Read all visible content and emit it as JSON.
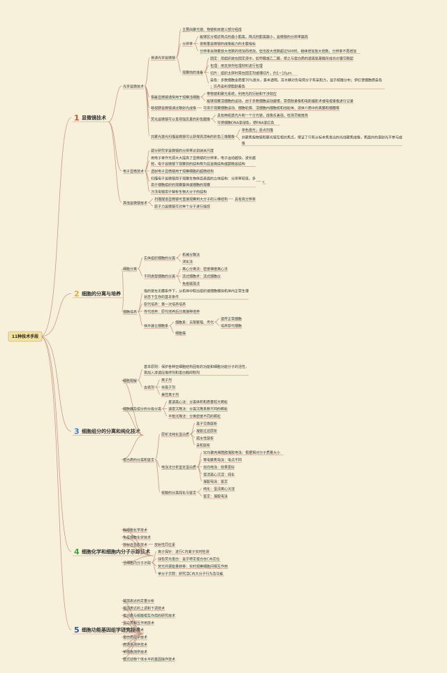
{
  "root": {
    "label": "11种技术手段"
  },
  "sections": [
    {
      "num": "1",
      "title": "显微镜技术",
      "color": "#e8442a",
      "groups": [
        {
          "label": "光学显微技术",
          "children": [
            {
              "label": "普通光学显微镜",
              "children": [
                {
                  "label": "主要由聚光镜、物镜和目镜三部分组成"
                },
                {
                  "label": "分辨率",
                  "children": [
                    {
                      "label": "能够区分相近两点的最小距离，两点的距离越小，显微镜的分辨率越高"
                    },
                    {
                      "label": "是衡量显微镜的成像能力的主要指标"
                    },
                    {
                      "label": "分辨率会随着放大倍数的增加而增加，但当放大倍数超过500时，继续增加放大倍数，分辨率不再增加"
                    }
                  ]
                },
                {
                  "label": "观察前的准备",
                  "children": [
                    {
                      "label": "固定：用组织放在固定液中，如甲醛或乙二醛，使之与蛋白质的游离氨基酸形成共价键交联起"
                    },
                    {
                      "label": "包埋：用支持剂包埋材料进行包埋"
                    },
                    {
                      "label": "切片：组织太厚时需在固定剂或埋切片，约1~10μm"
                    },
                    {
                      "label": "染色：多数细胞含质量70%是水，基本透明。苏木精对负电荷分子有亲和力，显示核酸分布；伊红使细胞质染色；历丹染料使脂肪着色"
                    }
                  ]
                }
              ]
            },
            {
              "label": "相差显微镜通常用于观察活细胞",
              "children": [
                {
                  "label": "带物镜和聚光系统，利用光的衍射和干涉效应"
                },
                {
                  "label": "能够观察活细胞的运动，由于多数细胞运动缓慢，常借助录像和电影摄影术或电视录像进行记录"
                }
              ]
            },
            {
              "label": "暗视野显微镜通过散射光成像",
              "children": [
                {
                  "label": "可用于观察细胞运动、细胞轮廓、活细胞内细胞核和线粒体、液体介质中的真菌和细菌等"
                }
              ]
            },
            {
              "label": "荧光显微镜可以呈现强反差的彩色图像",
              "children": [
                {
                  "label": "具有两组激光片和一个分光镜，成像反差强，检测灵敏度高"
                },
                {
                  "label": "可使细胞DNA呈绿色，使RNA呈红色"
                }
              ]
            },
            {
              "label": "共聚光激光扫描显微镜可以获得高清晰的彩色三维图像",
              "children": [
                {
                  "label": "单色激光；逐点扫描"
                },
                {
                  "label": "共聚焦指物镜和聚光镜互相共焦点，保证了只有从标本焦发出的光线聚焦成像，焦面外的漫射光不参与成像"
                }
              ]
            }
          ]
        },
        {
          "label": "电子显微技术",
          "children": [
            {
              "label": "部分研究学显微镜的分辨率达到纳米尺度"
            },
            {
              "label": "用电子束作光源大大提高了显微镜的分辨率，电子运动越快，波长越短，电子显微镜下观察到的结构称为亚显微结构或超微显结构"
            },
            {
              "label": "透射电子显微镜用于观察细胞的超微结构"
            },
            {
              "label": "扫描电子显微镜用于观察生物样品表面的立体结构：分辨率较低，多用于细胞组织的观察整体或细胞的观察",
              "children": [
                {
                  "label": "c"
                }
              ]
            },
            {
              "label": "冷冻电镜用于解析生物大分子的结构"
            }
          ]
        },
        {
          "label": "其他显微镜技术",
          "children": [
            {
              "label": "扫描隧道显微镜可直接观察到大分子的三维结构",
              "children": [
                {
                  "label": "具有高分辨率"
                }
              ]
            },
            {
              "label": "原子力显微镜可对单个分子进行操控"
            }
          ]
        }
      ]
    },
    {
      "num": "2",
      "title": "细胞的分离与培养",
      "color": "#f0a820",
      "groups": [
        {
          "label": "细胞分离",
          "children": [
            {
              "label": "实体组织细胞的分离",
              "children": [
                {
                  "label": "机械分散法"
                },
                {
                  "label": "消化法"
                }
              ]
            },
            {
              "label": "不同类型细胞的分离",
              "children": [
                {
                  "label": "离心分离法：密度梯度离心法"
                },
                {
                  "label": "流式细胞术：流式细胞仪"
                },
                {
                  "label": "免疫磁珠法"
                }
              ]
            }
          ]
        },
        {
          "label": "细胞培养",
          "children": [
            {
              "label": "指的是在无菌条件下，从机体中取出组织或细胞模拟机体内正常生理状态下生存的基本条件"
            },
            {
              "label": "原代培养：第一次培养培养"
            },
            {
              "label": "传代培养：原代培养后分离接种培养"
            },
            {
              "label": "体外建立细胞系",
              "children": [
                {
                  "label": "细胞系：无限繁殖、传代",
                  "children": [
                    {
                      "label": "遗传正常细胞"
                    },
                    {
                      "label": "培养原代细胞"
                    }
                  ]
                },
                {
                  "label": "细胞株"
                }
              ]
            }
          ]
        }
      ]
    },
    {
      "num": "3",
      "title": "细胞组分的分离和纯化技术",
      "color": "#2a86d8",
      "groups": [
        {
          "label": "细胞裂解",
          "children": [
            {
              "label": "基本原则：保护各种亚细胞结构固有的功能和细胞功能分子的活性，需加入渗透压维持剂和蛋白酶抑制剂"
            },
            {
              "label": "去垢剂",
              "children": [
                {
                  "label": "离子剂"
                },
                {
                  "label": "非离子剂"
                },
                {
                  "label": "兼性离子剂"
                }
              ]
            }
          ]
        },
        {
          "label": "细胞器及组分的分级分离",
          "children": [
            {
              "label": "差速离心法：分离体积和质量较大颗粒"
            },
            {
              "label": "速度沉降法：分离沉降系数不同的颗粒"
            },
            {
              "label": "平衡沉降法：分离密度不同的颗粒"
            }
          ]
        },
        {
          "label": "蛋白质的分离和鉴定",
          "children": [
            {
              "label": "层析法纯化蛋白质",
              "children": [
                {
                  "label": "离子交换层析"
                },
                {
                  "label": "凝胶过滤层析"
                },
                {
                  "label": "疏水性层析"
                },
                {
                  "label": "亲和层析"
                }
              ]
            },
            {
              "label": "电泳法分析鉴定蛋白质",
              "children": [
                {
                  "label": "SDS聚丙烯酰胺凝胶电泳：根据相对分子质量大小"
                },
                {
                  "label": "等电聚焦电泳：电点不同"
                },
                {
                  "label": "双向电泳：效果更好"
                },
                {
                  "label": "蛋渍离心沉淀：纯化"
                },
                {
                  "label": "凝胶电泳：鉴定"
                }
              ]
            },
            {
              "label": "核酸的分离纯化与鉴定",
              "children": [
                {
                  "label": "纯化：蛋渍离心沉淀"
                },
                {
                  "label": "鉴定：凝胶电泳"
                }
              ]
            }
          ]
        }
      ]
    },
    {
      "num": "4",
      "title": "细胞化学和细胞内分子示踪技术",
      "color": "#3ca83c",
      "groups": [
        {
          "label": "酶细胞化学技术"
        },
        {
          "label": "免疫细胞化学技术"
        },
        {
          "label": "放射自显影技术",
          "children": [
            {
              "label": "放射性同位素"
            }
          ]
        },
        {
          "label": "活细胞内分子示踪",
          "children": [
            {
              "label": "离子探针：进行C内离子实时检测"
            },
            {
              "label": "绿色荧光蛋白：显示特定蛋白在C内定位"
            },
            {
              "label": "荧光共振能量转移：实时观察细胞间相互作用"
            },
            {
              "label": "单分子示踪：研究活C内大分子行为及功能"
            }
          ]
        }
      ]
    },
    {
      "num": "5",
      "title": "细胞功能基因组学研究技术",
      "color": "#2a4fb8",
      "groups": [
        {
          "label": "基因表达的定量分析"
        },
        {
          "label": "基因表达的上调和下调技术"
        },
        {
          "label": "蛋白质与核酸相互作用的研究技术"
        },
        {
          "label": "蛋白质相互作用技术"
        },
        {
          "label": "生物芯片技术"
        },
        {
          "label": "蛋白质组学技术"
        },
        {
          "label": "高通量测序技术"
        },
        {
          "label": "单细胞测序技术"
        },
        {
          "label": "模式动物个体水平的基因操作技术"
        }
      ]
    }
  ]
}
